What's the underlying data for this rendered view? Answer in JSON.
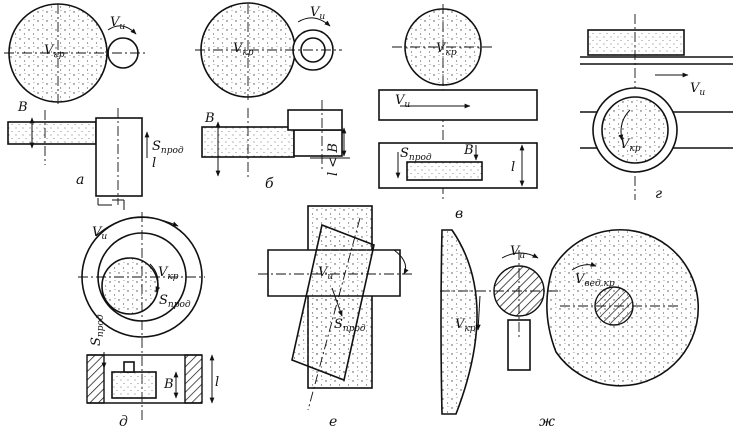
{
  "colors": {
    "ink": "#111111",
    "background": "#ffffff"
  },
  "panels": {
    "a": {
      "caption": "а",
      "v_wheel": "V",
      "v_wheel_sub": "кр",
      "v_work": "V",
      "v_work_sub": "и",
      "width": "B",
      "feed": "S",
      "feed_sub": "прод",
      "length": "l"
    },
    "b": {
      "caption": "б",
      "v_wheel": "V",
      "v_wheel_sub": "кр",
      "v_work": "V",
      "v_work_sub": "и",
      "width": "B",
      "condition": "l < B"
    },
    "v": {
      "caption": "в",
      "v_wheel": "V",
      "v_wheel_sub": "кр",
      "v_work": "V",
      "v_work_sub": "и",
      "feed": "S",
      "feed_sub": "прод",
      "width": "B",
      "length": "l"
    },
    "g": {
      "caption": "г",
      "v_work": "V",
      "v_work_sub": "и",
      "v_wheel": "V",
      "v_wheel_sub": "кр"
    },
    "d": {
      "caption": "д",
      "v_work": "V",
      "v_work_sub": "и",
      "v_wheel": "V",
      "v_wheel_sub": "кр",
      "feed_circ": "S",
      "feed_circ_sub": "прод",
      "feed_ax": "S",
      "feed_ax_sub": "прод",
      "width": "B",
      "length": "l"
    },
    "e": {
      "caption": "е",
      "v_work": "V",
      "v_work_sub": "и",
      "feed": "S",
      "feed_sub": "прод"
    },
    "zh": {
      "caption": "ж",
      "v_work": "V",
      "v_work_sub": "и",
      "v_wheel": "V",
      "v_wheel_sub": "кр",
      "v_drive": "V",
      "v_drive_sub": "вед.кр"
    }
  }
}
